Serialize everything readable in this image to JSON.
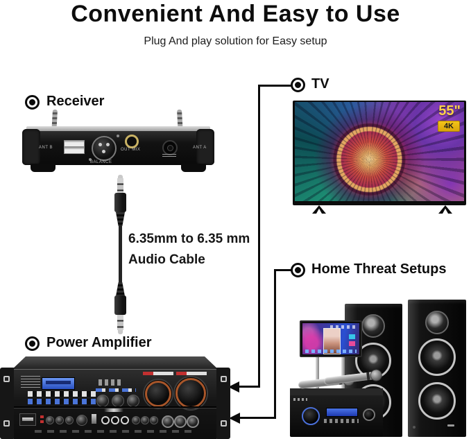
{
  "header": {
    "title": "Convenient And Easy to Use",
    "subtitle": "Plug And play solution for Easy setup"
  },
  "labels": {
    "receiver": "Receiver",
    "tv": "TV",
    "home_theater": "Home Threat Setups",
    "amplifier": "Power Amplifier"
  },
  "cable": {
    "line1": "6.35mm to 6.35 mm",
    "line2": "Audio Cable"
  },
  "tv": {
    "size": "55\"",
    "badge": "4K"
  },
  "receiver_panel": {
    "ant_b": "ANT B",
    "balance": "BALANCE",
    "out_mix": "OUT MIX",
    "ant_a": "ANT A"
  },
  "icons": {
    "section_bullet": "target-dot",
    "connector_arrow": "left-arrow"
  },
  "colors": {
    "connector_line": "#0a0a0a",
    "tv_size_text": "#ffd24a",
    "tv_badge_bg": "#e9b60f",
    "lcd_blue": "#3a6bd8",
    "big_knob_ring": "#a8562a"
  }
}
